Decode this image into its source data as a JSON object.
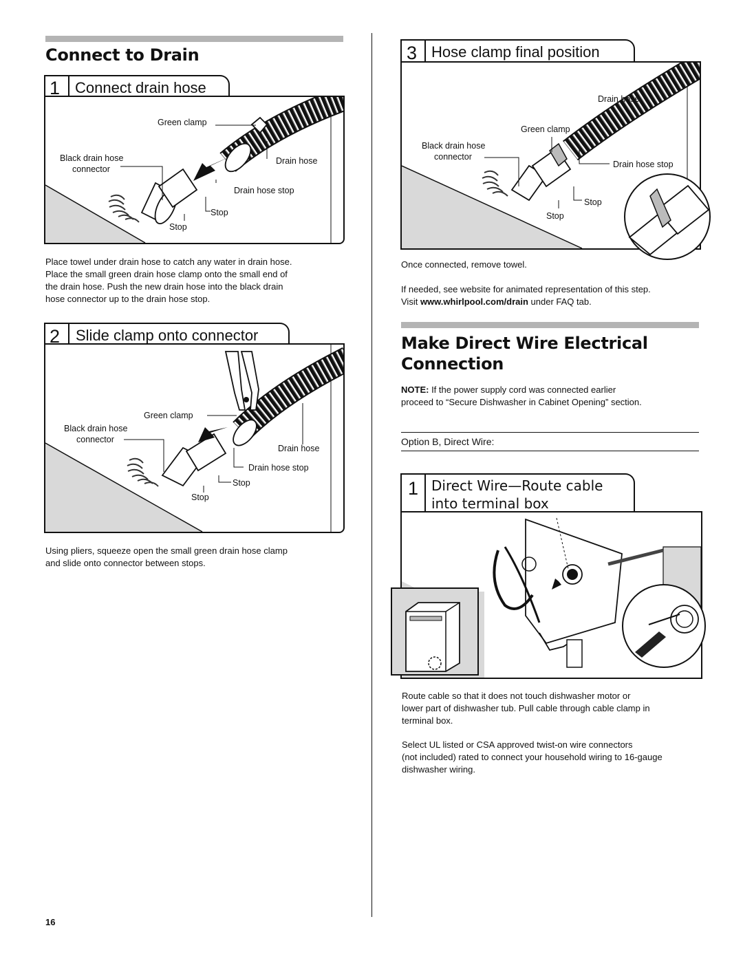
{
  "left": {
    "section_title": "Connect to Drain",
    "step1": {
      "number": "1",
      "title": "Connect drain hose",
      "labels": {
        "green_clamp": "Green clamp",
        "black_drain_hose": "Black drain hose",
        "connector": "connector",
        "drain_hose": "Drain hose",
        "drain_hose_stop": "Drain hose stop",
        "stop_a": "Stop",
        "stop_b": "Stop"
      },
      "text": [
        "Place towel under drain hose to catch any water in drain hose.",
        "Place the small green drain hose clamp onto the small end of",
        "the drain hose. Push the new drain hose into the black drain",
        "hose connector up to the drain hose stop."
      ]
    },
    "step2": {
      "number": "2",
      "title": "Slide clamp onto connector",
      "labels": {
        "green_clamp": "Green clamp",
        "black_drain_hose": "Black drain hose",
        "connector": "connector",
        "drain_hose": "Drain hose",
        "drain_hose_stop": "Drain hose stop",
        "stop_a": "Stop",
        "stop_b": "Stop"
      },
      "text": [
        "Using pliers, squeeze open the small green drain hose clamp",
        "and slide onto connector between stops."
      ]
    },
    "page_number": "16"
  },
  "right": {
    "step3": {
      "number": "3",
      "title": "Hose clamp final position",
      "labels": {
        "drain_hose": "Drain hose",
        "green_clamp": "Green clamp",
        "black_drain_hose": "Black drain hose",
        "connector": "connector",
        "drain_hose_stop": "Drain hose stop",
        "stop_a": "Stop",
        "stop_b": "Stop"
      },
      "text1": "Once connected, remove towel.",
      "text2_line1": "If needed, see website for animated representation of this step.",
      "text2_visit": "Visit ",
      "text2_url": "www.whirlpool.com/drain",
      "text2_end": " under FAQ tab."
    },
    "section2_title_line1": "Make Direct Wire Electrical",
    "section2_title_line2": "Connection",
    "note_label": "NOTE:",
    "note_line1": " If the power supply cord was connected earlier",
    "note_line2": "proceed to “Secure Dishwasher in Cabinet Opening” section.",
    "option_label": "Option B, Direct Wire:",
    "step_dw": {
      "number": "1",
      "title_line1": "Direct Wire—Route cable",
      "title_line2": "into terminal box",
      "text1": [
        "Route cable so that it does not touch dishwasher motor or",
        "lower part of dishwasher tub. Pull cable through cable clamp in",
        "terminal box."
      ],
      "text2": [
        "Select UL listed or CSA approved twist-on wire connectors",
        "(not included) rated to connect your household wiring to 16-gauge",
        "dishwasher wiring."
      ]
    }
  },
  "colors": {
    "rule_gray": "#b4b4b4",
    "floor_gray": "#d9d9d9",
    "ink": "#111111"
  }
}
